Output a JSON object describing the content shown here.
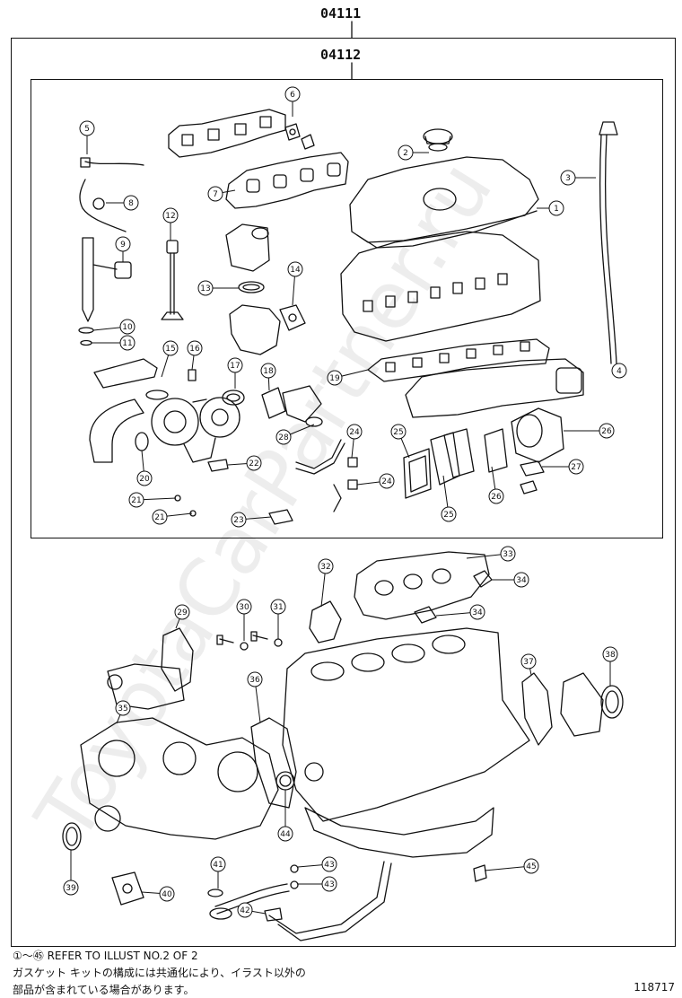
{
  "header": {
    "code_top": "04111",
    "code_inner": "04112"
  },
  "notes": {
    "line1_marks": "①～㊺",
    "line1_text": "REFER TO ILLUST NO.2 OF 2",
    "line2": "ガスケット キットの構成には共通化により、イラスト以外の",
    "line3": "部品が含まれている場合があります。"
  },
  "illustration_number": "118717",
  "watermark": "ToyotaCarPartner.ru",
  "callouts": [
    "1",
    "2",
    "3",
    "4",
    "5",
    "6",
    "7",
    "8",
    "9",
    "10",
    "11",
    "12",
    "13",
    "14",
    "15",
    "16",
    "17",
    "18",
    "19",
    "20",
    "21",
    "21",
    "22",
    "23",
    "24",
    "24",
    "25",
    "25",
    "26",
    "26",
    "27",
    "28",
    "29",
    "30",
    "31",
    "32",
    "33",
    "34",
    "34",
    "35",
    "36",
    "37",
    "38",
    "39",
    "40",
    "41",
    "42",
    "43",
    "43",
    "44",
    "45"
  ]
}
